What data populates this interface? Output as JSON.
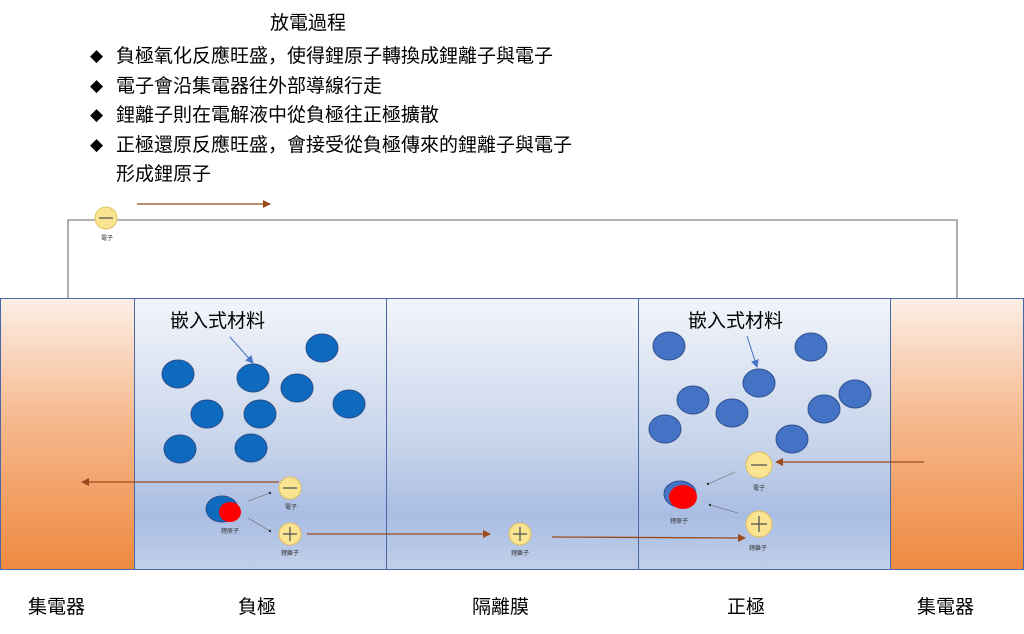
{
  "title": "放電過程",
  "bullets": [
    {
      "lines": [
        "負極氧化反應旺盛，使得鋰原子轉換成鋰離子與電子"
      ]
    },
    {
      "lines": [
        "電子會沿集電器往外部導線行走"
      ]
    },
    {
      "lines": [
        "鋰離子則在電解液中從負極往正極擴散"
      ]
    },
    {
      "lines": [
        "正極還原反應旺盛，會接受從負極傳來的鋰離子與電子",
        "形成鋰原子"
      ]
    }
  ],
  "bullet_symbol": "◆",
  "sections": {
    "left_collector": "集電器",
    "anode": "負極",
    "separator": "隔離膜",
    "cathode": "正極",
    "right_collector": "集電器"
  },
  "material_label": "嵌入式材料",
  "particles": {
    "electron": "電子",
    "lithium_ion": "鋰離子",
    "lithium_atom": "鋰原子"
  },
  "colors": {
    "material_blue": "#0d6abf",
    "cathode_blue": "#4472c4",
    "lithium_red": "#ff0000",
    "particle_yellow": "#fbe491",
    "flow_arrow": "#9b4a1b",
    "pointer_arrow": "#4472c4",
    "wire": "#999999",
    "panel_border": "#4a67a8"
  }
}
